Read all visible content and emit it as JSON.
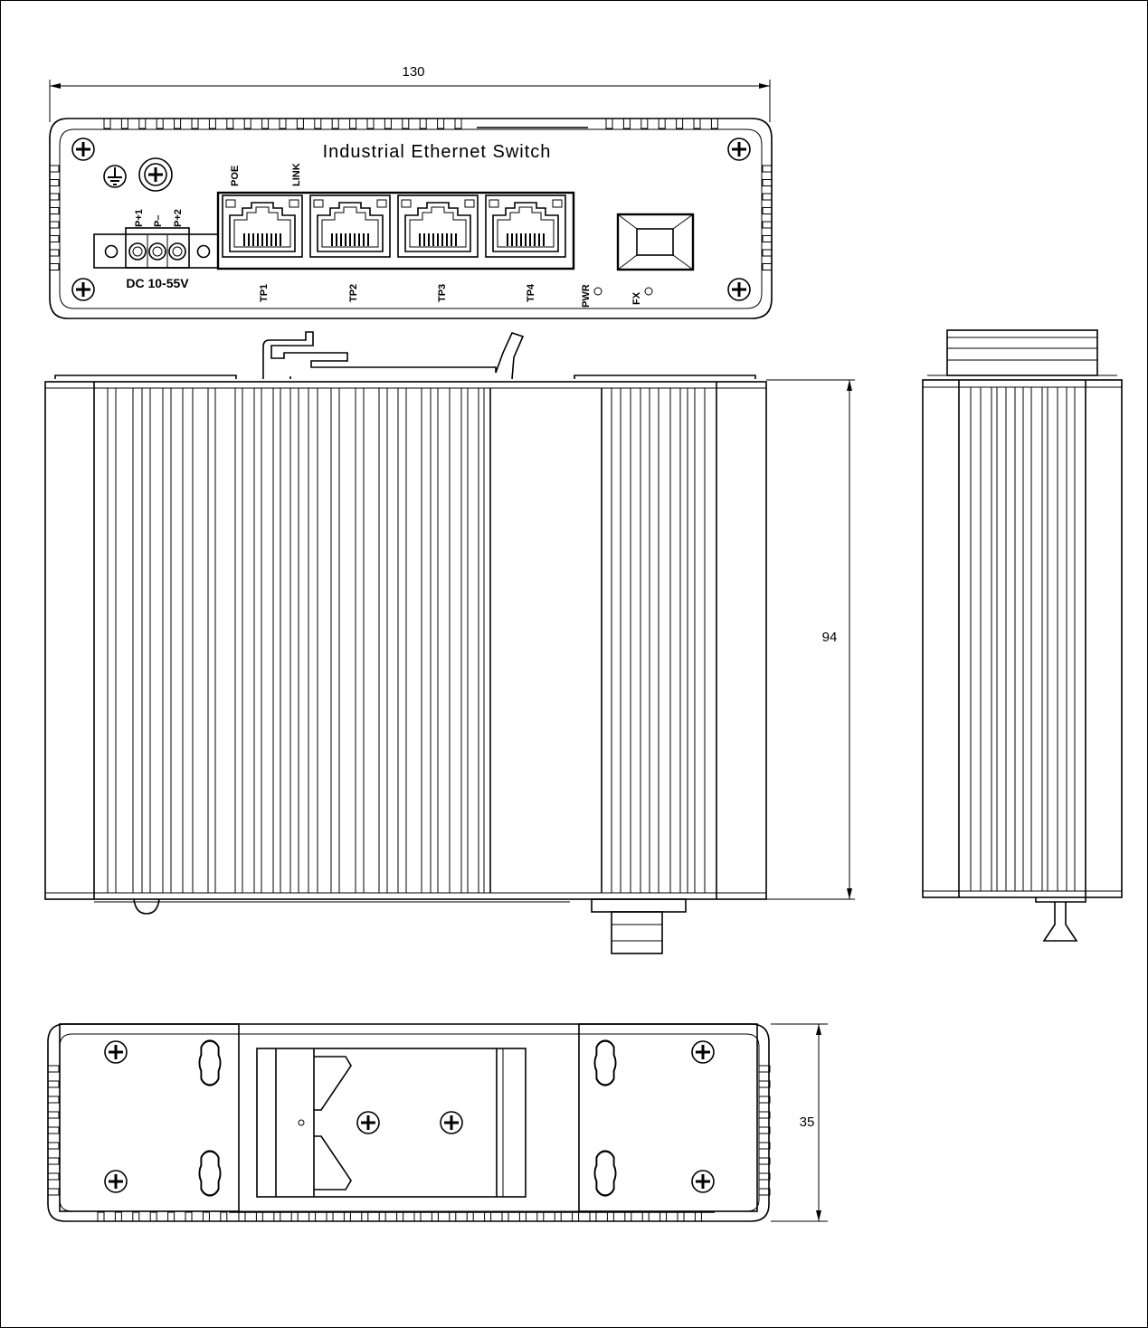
{
  "front_view": {
    "width_dim": "130",
    "title": "Industrial Ethernet Switch",
    "led_poe": "POE",
    "led_link": "LINK",
    "power_terminals": [
      "P+1",
      "P–",
      "P+2"
    ],
    "power_rating": "DC 10-55V",
    "ports": [
      "TP1",
      "TP2",
      "TP3",
      "TP4"
    ],
    "led_pwr": "PWR",
    "led_fx": "FX"
  },
  "top_view": {
    "depth_dim": "94"
  },
  "side_view": {},
  "bottom_view": {
    "height_dim": "35"
  },
  "icons": [
    "screw-icon",
    "ground-icon",
    "rj45-port-icon",
    "sfp-port-icon",
    "led-indicator-icon",
    "din-rail-clip-icon"
  ]
}
